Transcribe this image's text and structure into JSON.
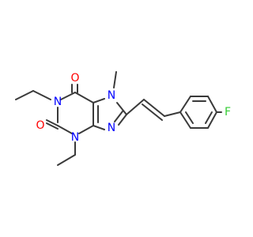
{
  "molecule": {
    "atoms": [
      {
        "id": "o-top",
        "label": "O",
        "color": "#ff0000"
      },
      {
        "id": "o-left",
        "label": "O",
        "color": "#ff0000"
      },
      {
        "id": "n1",
        "label": "N",
        "color": "#0000ff"
      },
      {
        "id": "n3",
        "label": "N",
        "color": "#0000ff"
      },
      {
        "id": "n7",
        "label": "N",
        "color": "#0000ff"
      },
      {
        "id": "n9",
        "label": "N",
        "color": "#0000ff"
      },
      {
        "id": "fluorine",
        "label": "F",
        "color": "#33cc33"
      }
    ],
    "bond_color": "#3a3a3a",
    "background": "#ffffff"
  }
}
